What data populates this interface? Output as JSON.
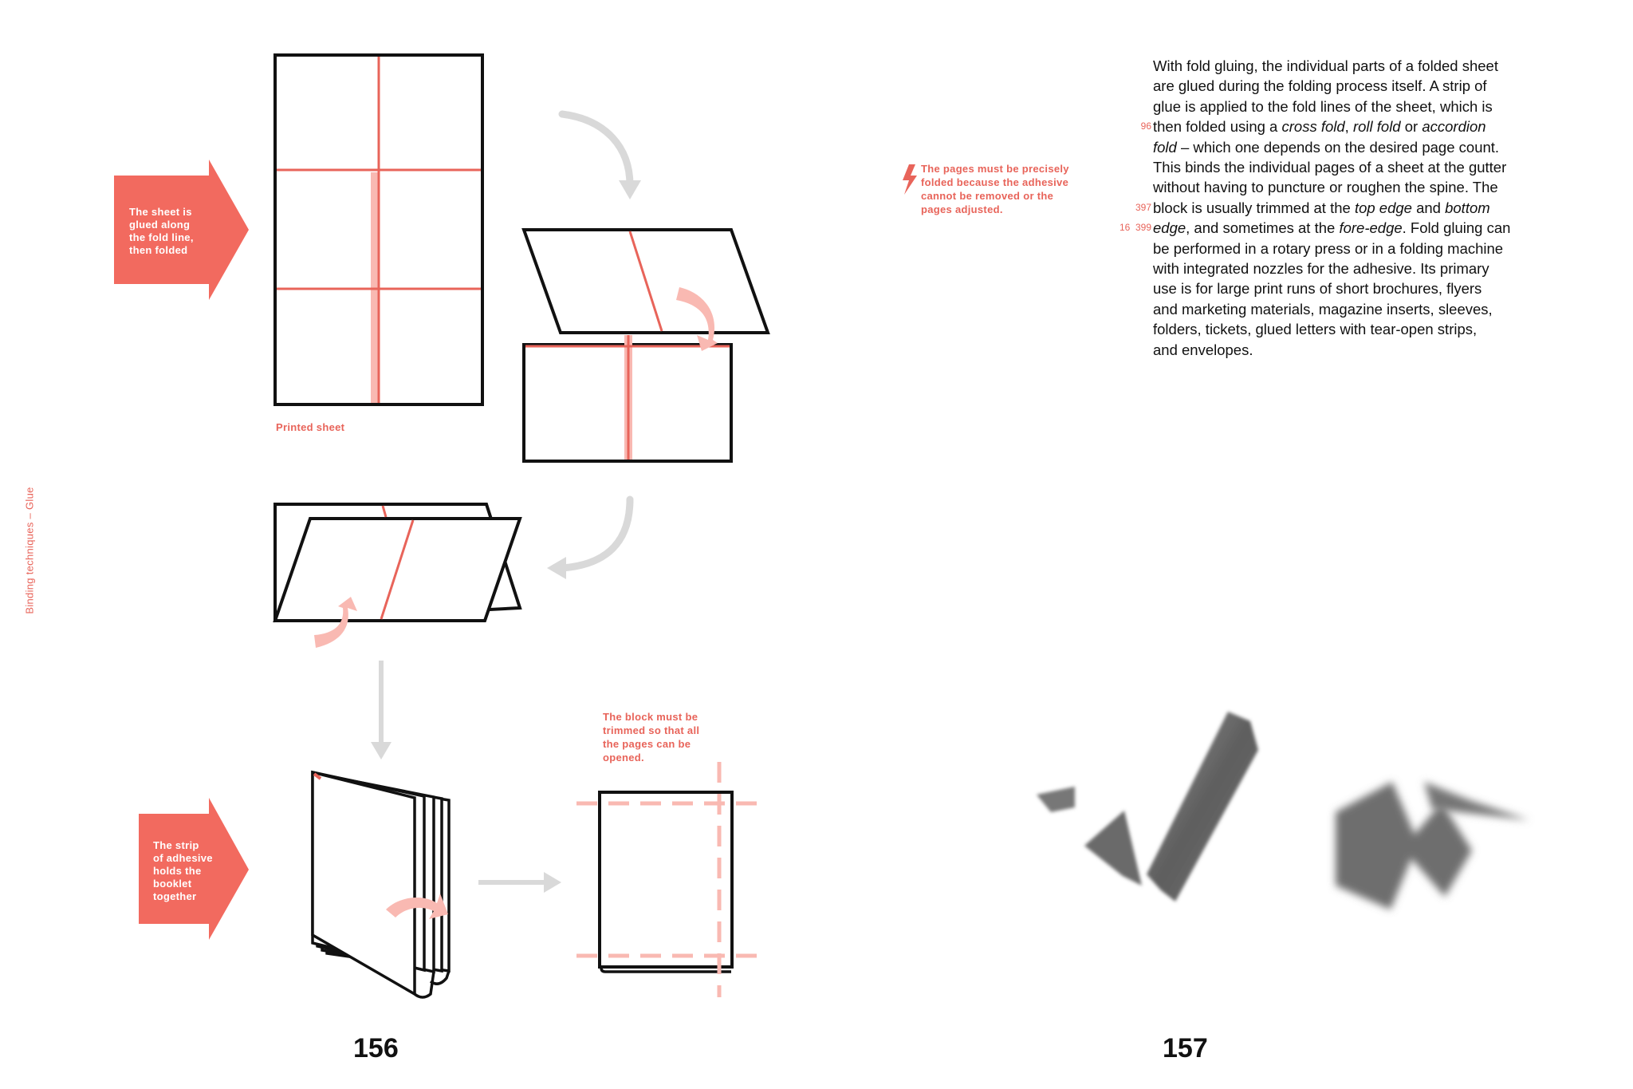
{
  "side_label": "Binding techniques – Glue",
  "left_page": {
    "page_number": "156",
    "step1_note": [
      "The sheet is",
      "glued along",
      "the fold line,",
      "then folded"
    ],
    "printed_sheet_caption": "Printed sheet",
    "step4_note": [
      "The strip",
      "of adhesive",
      "holds the",
      "booklet",
      "together"
    ],
    "trim_note": [
      "The block must be",
      "trimmed so that all",
      "the pages can be",
      "opened."
    ]
  },
  "right_page": {
    "page_number": "157",
    "warning_note": [
      "The pages must be precisely",
      "folded because the adhesive",
      "cannot be removed or the",
      "pages adjusted."
    ],
    "body_lines": [
      {
        "parts": [
          {
            "t": "With fold gluing, the individual parts of a folded sheet"
          }
        ]
      },
      {
        "parts": [
          {
            "t": "are glued during the folding process itself. A strip of"
          }
        ]
      },
      {
        "parts": [
          {
            "t": "glue is applied to the fold lines of the sheet, which is"
          }
        ]
      },
      {
        "parts": [
          {
            "t": "then folded using a "
          },
          {
            "t": "cross fold",
            "i": true
          },
          {
            "t": ", "
          },
          {
            "t": "roll fold",
            "i": true
          },
          {
            "t": " or "
          },
          {
            "t": "accordion",
            "i": true
          }
        ]
      },
      {
        "parts": [
          {
            "t": "fold",
            "i": true
          },
          {
            "t": " – which one depends on the desired page count."
          }
        ]
      },
      {
        "parts": [
          {
            "t": "This binds the individual pages of a sheet at the gutter"
          }
        ]
      },
      {
        "parts": [
          {
            "t": "without having to puncture or roughen the spine. The"
          }
        ]
      },
      {
        "parts": [
          {
            "t": "block is usually trimmed at the "
          },
          {
            "t": "top edge",
            "i": true
          },
          {
            "t": " and "
          },
          {
            "t": "bottom",
            "i": true
          }
        ]
      },
      {
        "parts": [
          {
            "t": "edge",
            "i": true
          },
          {
            "t": ", and sometimes at the "
          },
          {
            "t": "fore-edge",
            "i": true
          },
          {
            "t": ". Fold gluing can"
          }
        ]
      },
      {
        "parts": [
          {
            "t": "be performed in a rotary press or in a folding machine"
          }
        ]
      },
      {
        "parts": [
          {
            "t": "with integrated nozzles for the adhesive. Its primary"
          }
        ]
      },
      {
        "parts": [
          {
            "t": "use is for large print runs of short brochures, flyers"
          }
        ]
      },
      {
        "parts": [
          {
            "t": "and marketing materials, magazine inserts, sleeves,"
          }
        ]
      },
      {
        "parts": [
          {
            "t": "folders, tickets, glued letters with tear-open strips,"
          }
        ]
      },
      {
        "parts": [
          {
            "t": "and envelopes."
          }
        ]
      }
    ],
    "margin_refs": [
      "",
      "",
      "",
      "96",
      "",
      "",
      "",
      "397",
      "16  399",
      "",
      "",
      "",
      "",
      "",
      ""
    ]
  },
  "colors": {
    "accent": "#f26a5f",
    "accent_text": "#e8645a",
    "glue_strip": "#f9b9b2",
    "arrow_gray": "#d9d9d9",
    "line_black": "#111111",
    "ink_gray": "#6b6b6b"
  }
}
